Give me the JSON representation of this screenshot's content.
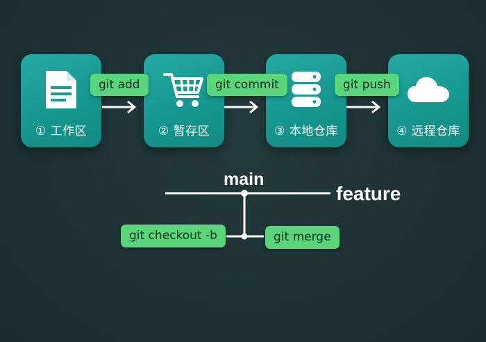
{
  "pipeline": {
    "stages": [
      {
        "label": "① 工作区",
        "icon": "document-icon"
      },
      {
        "label": "② 暂存区",
        "icon": "shopping-cart-icon"
      },
      {
        "label": "③ 本地仓库",
        "icon": "database-icon"
      },
      {
        "label": "④ 远程仓库",
        "icon": "cloud-icon"
      }
    ],
    "commands": [
      "git add",
      "git commit",
      "git push"
    ]
  },
  "branching": {
    "main_label": "main",
    "feature_label": "feature",
    "checkout_command": "git checkout -b",
    "merge_command": "git merge"
  },
  "colors": {
    "background": "#1f3437",
    "stage_box": "#1a9e96",
    "command_pill": "#5bd57c",
    "line": "#ffffff"
  }
}
